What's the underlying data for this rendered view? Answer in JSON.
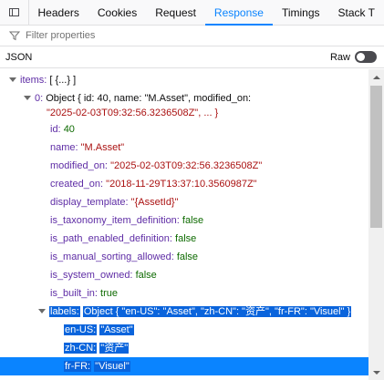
{
  "tabs": [
    {
      "label": "Headers",
      "selected": false
    },
    {
      "label": "Cookies",
      "selected": false
    },
    {
      "label": "Request",
      "selected": false
    },
    {
      "label": "Response",
      "selected": true
    },
    {
      "label": "Timings",
      "selected": false
    },
    {
      "label": "Stack T",
      "selected": false
    }
  ],
  "filter": {
    "placeholder": "Filter properties"
  },
  "json_header": {
    "label": "JSON",
    "raw_label": "Raw"
  },
  "tree": {
    "items_key": "items:",
    "items_summary": "[ {...} ]",
    "item0_key": "0:",
    "item0_summary_line1": "Object { id: 40, name: \"M.Asset\", modified_on:",
    "item0_summary_line2": "\"2025-02-03T09:32:56.3236508Z\", ... }",
    "props": [
      {
        "key": "id:",
        "value": "40",
        "type": "num"
      },
      {
        "key": "name:",
        "value": "\"M.Asset\"",
        "type": "str"
      },
      {
        "key": "modified_on:",
        "value": "\"2025-02-03T09:32:56.3236508Z\"",
        "type": "str"
      },
      {
        "key": "created_on:",
        "value": "\"2018-11-29T13:37:10.3560987Z\"",
        "type": "str"
      },
      {
        "key": "display_template:",
        "value": "\"{AssetId}\"",
        "type": "str"
      },
      {
        "key": "is_taxonomy_item_definition:",
        "value": "false",
        "type": "bool"
      },
      {
        "key": "is_path_enabled_definition:",
        "value": "false",
        "type": "bool"
      },
      {
        "key": "is_manual_sorting_allowed:",
        "value": "false",
        "type": "bool"
      },
      {
        "key": "is_system_owned:",
        "value": "false",
        "type": "bool"
      },
      {
        "key": "is_built_in:",
        "value": "true",
        "type": "bool"
      }
    ],
    "labels_key": "labels:",
    "labels_summary": "Object { \"en-US\": \"Asset\", \"zh-CN\": \"资产\", \"fr-FR\": \"Visuel\" }",
    "label_entries": [
      {
        "key": "en-US:",
        "value": "\"Asset\""
      },
      {
        "key": "zh-CN:",
        "value": "\"资产\""
      },
      {
        "key": "fr-FR:",
        "value": "\"Visuel\""
      }
    ]
  },
  "colors": {
    "accent": "#0a84ff",
    "selection": "#0a64dc"
  }
}
